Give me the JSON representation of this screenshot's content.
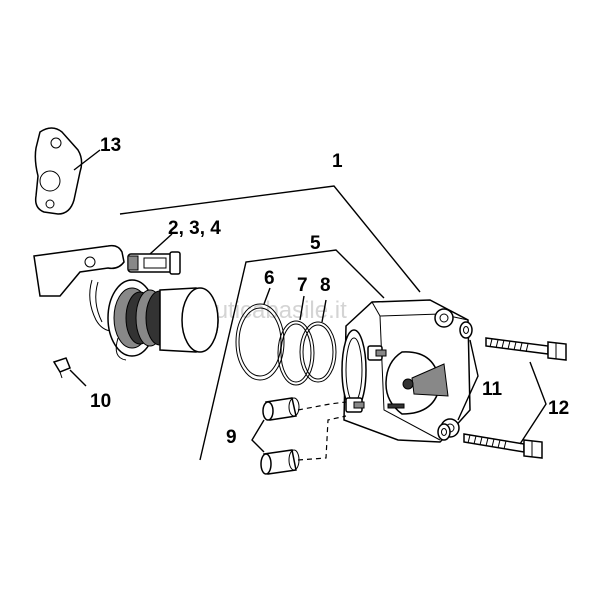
{
  "watermark": "nauticabasile.it",
  "callouts": {
    "c1": "1",
    "c13": "13",
    "c234": "2, 3, 4",
    "c5": "5",
    "c6": "6",
    "c7": "7",
    "c8": "8",
    "c9": "9",
    "c10": "10",
    "c11": "11",
    "c12": "12"
  }
}
